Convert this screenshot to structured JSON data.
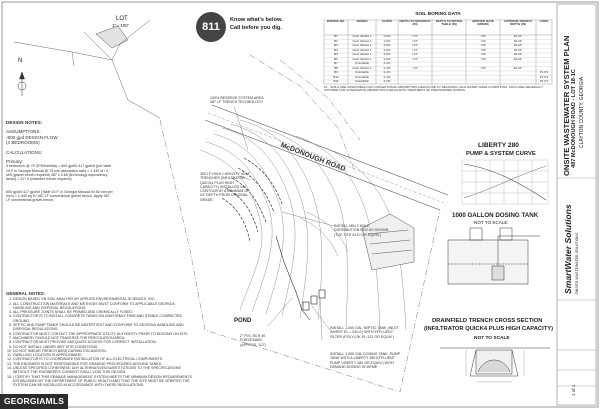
{
  "lot": {
    "title": "LOT",
    "scale": "1\"= 100'"
  },
  "logo811": {
    "number": "811",
    "line1": "Know what's below.",
    "line2": "Call before you dig."
  },
  "north": "N",
  "road": "McDONOUGH ROAD",
  "pond": "POND",
  "soil_table": {
    "title": "SOIL BORING DATA",
    "headers": [
      "BORING NO.",
      "SERIES",
      "SLOPE",
      "DEPTH TO BEDROCK (IN)",
      "DEPTH TO WATER TABLE (IN)",
      "ABSORP. RATE (MIN/IN)",
      "OPTIMUM TRENCH DEPTH (IN)",
      "CODE"
    ],
    "rows": [
      [
        "B1",
        "Cecil Variant 1",
        "4-6%",
        ">72\"",
        "",
        ">60",
        "18-24\"",
        ""
      ],
      [
        "B2",
        "Cecil Variant 1",
        "4-6%",
        ">72\"",
        "",
        ">60",
        "18-24\"",
        ""
      ],
      [
        "B3",
        "Cecil Variant 1",
        "4-6%",
        ">72\"",
        "",
        ">60",
        "18-24\"",
        ""
      ],
      [
        "B4",
        "Cecil Variant 1",
        "4-6%",
        ">72\"",
        "",
        ">60",
        "18-24\"",
        ""
      ],
      [
        "B5",
        "Cecil Variant 1",
        "4-6%",
        ">72\"",
        "",
        ">60",
        "18-24\"",
        ""
      ],
      [
        "B6",
        "Cecil Variant 1",
        "4-6%",
        ">72\"",
        "",
        ">60",
        "18-24\"",
        ""
      ],
      [
        "B7",
        "Unsuitable",
        "2-4%",
        "",
        "",
        "",
        "",
        ""
      ],
      [
        "B8",
        "Cecil Variant 1",
        "2-4%",
        ">72\"",
        "",
        ">60",
        "18-24\"",
        ""
      ],
      [
        "B9",
        "Unsuitable",
        "2-4%",
        "",
        "",
        "",
        "",
        "P1,P4"
      ],
      [
        "B10",
        "Unsuitable",
        "2-4%",
        "",
        "",
        "",
        "",
        "P1,P4"
      ],
      [
        "B11",
        "Unsuitable",
        "2-4%",
        "",
        "",
        "",
        "",
        "P1,P4"
      ]
    ],
    "notes": "P1 - SOILS ARE UNSUITABLE FOR CONVENTIONAL ABSORPTION FIELDS DUE TO SEASONAL HIGH WATER TABLE CONDITIONS. SOILS ARE GENERALLY SUITABLE FOR ALTERNATIVE ABSORPTION FIELDS WITH TREATMENT OF PRESSURIZED DOSING."
  },
  "pump_curve": {
    "title1": "LIBERTY 280",
    "title2": "PUMP & SYSTEM CURVE"
  },
  "dosing_tank": {
    "title": "1000 GALLON DOSING TANK",
    "subtitle": "NOT TO SCALE"
  },
  "trench": {
    "title1": "DRAINFIELD TRENCH CROSS SECTION",
    "title2": "(INFILTRATOR QUICK4 PLUS HIGH CAPACITY)",
    "subtitle": "NOT TO SCALE"
  },
  "callouts": {
    "reserve": "100% RESERVE SYSTEM AREA 487 LF TRENCH TECHNOLOGY",
    "trenches": "300 LF HIGH CAPACITY 40 LF TRENCHES (INFILTRATOR QUICK4 PLUS HIGH CAPACITY) INSTALLED ON CONTOUR AT A MINIMUM OF 24\" DEPTH FROM ORIGINAL GRADE",
    "distribution": "INSTALL MIN 2 HOLE DISTRIBUTION BOX AS SHOWN (TUF-TITE 4X10 OR EQUIV.)",
    "pvc": "2\" PVC SCH 40 FORCEMAIN (APPROX. 112')",
    "septic": "INSTALL 1,000 GAL SEPTIC TANK (INLET INVERT EL = 910.0') WITH EFFLUENT FILTER (POLYLOK PL-122 OR EQUIV.)",
    "pump_tank": "INSTALL 1,000 GAL DOSING TANK, PUMP TANK WITH A LIBERTY 280 EFFLUENT PUMP LIBERTY 280 OR EQUIV.) WITH DEMAND DOSING SCHEME"
  },
  "design_notes": {
    "title": "DESIGN NOTES:",
    "assumptions_title": "ASSUMPTIONS:",
    "assumptions": [
      "-600 gpd DESIGN FLOW",
      "(4 BEDROOMS)"
    ],
    "calc_title": "CALCULATIONS:",
    "primary_title": "Primary:",
    "primary": "4 bedrooms @ 75 GPD/bed/day = 600 gpd/0.417 gpd/sf (per table 10.F in Georgia Manual @ 75 min absorption rate) = 1,439 sf / 4 sf/lf (gravel trench required) 487 x 0.65 (technology equivalency factor) = 317 lf (chamber trench required)",
    "reserve": "600 gpd/0.417 gpd/sf (Table 10.F. in Georgia Manual for 60 min per inch) = 1,440 sq ft / 487 LF conventional gravel trench. Apply 487 LF conventional gravel trench."
  },
  "general_notes": {
    "title": "GENERAL NOTES:",
    "items": [
      "DESIGN BASED ON SOIL ANALYSIS BY APPLIED ENVIRONMENTAL SCIENCES, INC.",
      "ALL CONSTRUCTION MATERIALS AND METHODS MUST CONFORM TO APPLICABLE GEORGIA HANDLING AND DISPOSAL REGULATIONS.",
      "ALL PRESSURE JOINTS SHALL BE PRIMED AND CHEMICALLY FUSED.",
      "CONTRACTOR IS TO INSTALL CONCRETE TANKS ON UNIFORMLY FIRM AND STABLE COMPACTED GROUND.",
      "SEPTIC AND PUMP TANKS SHOULD BE WATERTIGHT AND CONFORM TO GEORGIA HANDLING AND DISPOSAL REGULATIONS.",
      "CONTRACTOR MUST CONTACT THE APPROPRIATE UTILITY AUTHORITY PRIOR TO DIGGING ON SITE.",
      "MACHINERY SHOULD NOT TRAVERSE THE PERCOLATION AREA.",
      "CONTRACTOR MUST PROVIDE ADEQUATE ACCESS FOR CORRECT INSTALLATION.",
      "DO NOT INSTALL UNDER WET SITE CONDITIONS.",
      "DO NOT SMEAR TRENCH BASE DURING EXCAVATION.",
      "DWELLING LOCATION IS APPROXIMATE.",
      "CONTRACTOR IS TO COORDINATE INSTALLATION OF ALL ELECTRICAL COMPONENTS.",
      "THE ENGINEER IS NOT RESPONSIBLE FOR GRADING PROCEDURES AROUND TANKS.",
      "UNLESS SPECIFIED OTHERWISE, ANY ALTERNATIVES/SUBSTITUTIONS TO THE SPECIFICATIONS WITHOUT THE ENGINEER'S CONSENT SHALL VOID THIS DESIGN.",
      "I CERTIFY THAT THIS SEWAGE MANAGEMENT SYSTEM MEETS THE MINIMUM DESIGN REQUIREMENTS ESTABLISHED BY THE DEPARTMENT OF PUBLIC HEALTH AND THAT THE SITE MUST BE VERIFIED THE SYSTEM CAN BE INSTALLED IN ACCORDANCE WITH THESE REGULATIONS."
    ]
  },
  "title_block": {
    "title": "ONSITE WASTEWATER SYSTEM PLAN",
    "address": "487 McDONOUGH ROAD - LOT 18-1C",
    "county": "CLAYTON COUNTY, GEORGIA",
    "company": "SmartWater Solutions",
    "company_sub": "ONSITE WASTEWATER SOLUTIONS",
    "sheet": "1 of 1"
  },
  "badge": "GEORGIAMLS"
}
